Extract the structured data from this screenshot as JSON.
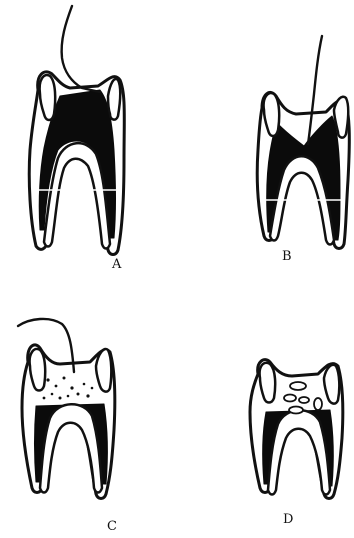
{
  "panels": [
    {
      "id": "a",
      "label": "A"
    },
    {
      "id": "b",
      "label": "B"
    },
    {
      "id": "c",
      "label": "C"
    },
    {
      "id": "d",
      "label": "D"
    }
  ],
  "icons": {
    "tooth": "tooth-cross-section-icon",
    "probe": "probe-instrument-icon"
  }
}
